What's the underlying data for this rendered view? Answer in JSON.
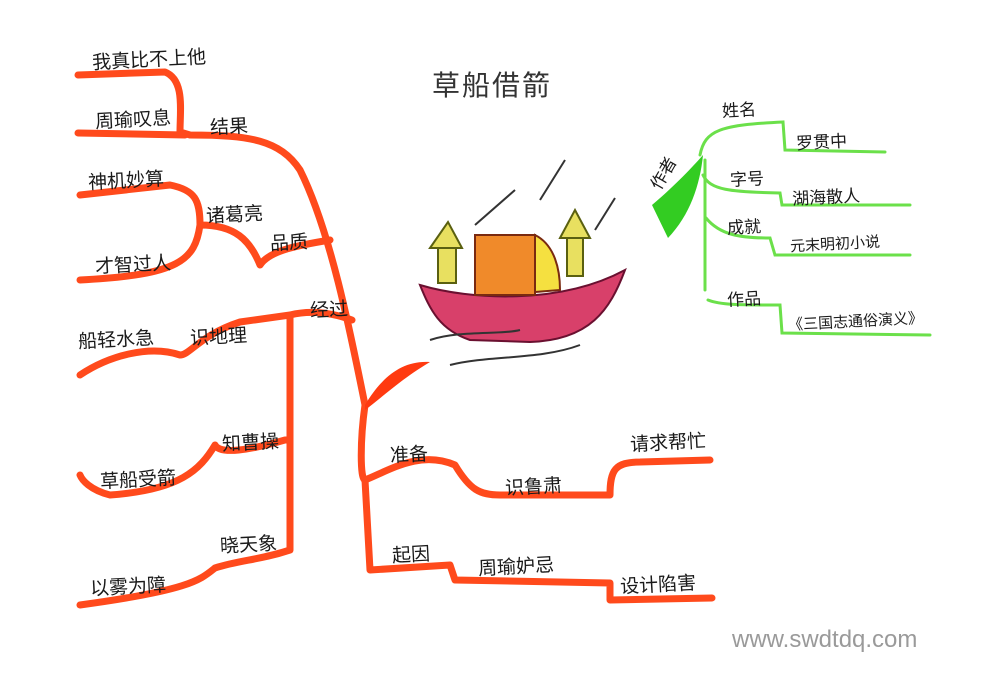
{
  "title": "草船借箭",
  "colors": {
    "branch": "#ff4a1c",
    "author_branch": "#66dd44",
    "boat": "#d8406a"
  },
  "branches": {
    "result": {
      "label": "结果",
      "children": [
        "我真比不上他",
        "周瑜叹息"
      ]
    },
    "character": {
      "label": "品质",
      "sub": "诸葛亮",
      "children": [
        "神机妙算",
        "才智过人"
      ]
    },
    "process": {
      "label": "经过",
      "items": [
        {
          "label": "识地理",
          "detail": "船轻水急"
        },
        {
          "label": "知曹操",
          "detail": "草船受箭"
        },
        {
          "label": "晓天象",
          "detail": "以雾为障"
        }
      ]
    },
    "preparation": {
      "label": "准备",
      "sub": "识鲁肃",
      "detail": "请求帮忙"
    },
    "cause": {
      "label": "起因",
      "sub": "周瑜妒忌",
      "detail": "设计陷害"
    }
  },
  "author": {
    "label": "作者",
    "items": [
      {
        "label": "姓名",
        "value": "罗贯中"
      },
      {
        "label": "字号",
        "value": "湖海散人"
      },
      {
        "label": "成就",
        "value": "元末明初小说"
      },
      {
        "label": "作品",
        "value": "《三国志通俗演义》"
      }
    ]
  },
  "watermark": "www.swdtdq.com"
}
